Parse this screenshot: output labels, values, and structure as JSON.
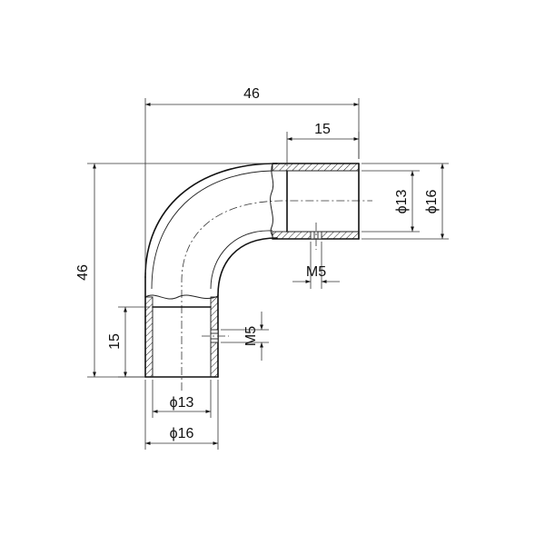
{
  "drawing": {
    "type": "technical-drawing",
    "subject": "90-degree tube elbow with socket ends",
    "dimensions": {
      "overall_width": "46",
      "overall_height": "46",
      "socket_depth_horizontal": "15",
      "socket_depth_vertical": "15",
      "inner_diameter_right": "ϕ13",
      "outer_diameter_right": "ϕ16",
      "inner_diameter_bottom": "ϕ13",
      "outer_diameter_bottom": "ϕ16",
      "set_screw_right": "M5",
      "set_screw_bottom": "M5"
    }
  }
}
